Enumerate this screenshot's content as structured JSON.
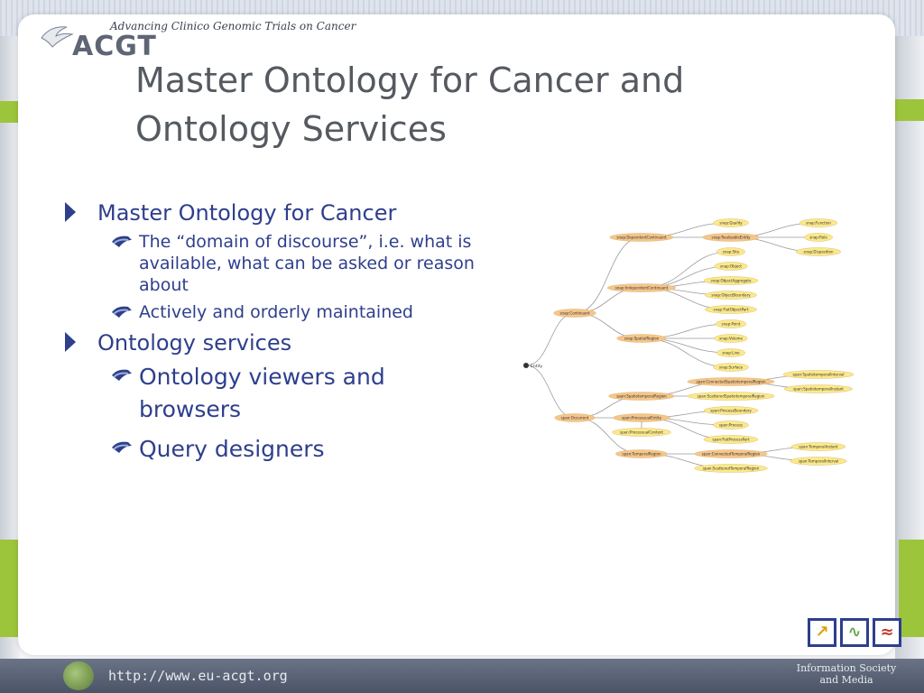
{
  "header": {
    "tagline": "Advancing Clinico Genomic Trials on Cancer",
    "logo_text": "ACGT"
  },
  "title": "Master Ontology for Cancer and Ontology Services",
  "bullets": [
    {
      "text": "Master Ontology for Cancer",
      "sub": [
        {
          "text": "The “domain of discourse”, i.e. what is available, what can be asked or reason about"
        },
        {
          "text": "Actively and orderly maintained"
        }
      ]
    },
    {
      "text": "Ontology services",
      "sub": [
        {
          "text": "Ontology viewers and browsers"
        },
        {
          "text": "Query designers"
        }
      ]
    }
  ],
  "graph": {
    "root": "Entity",
    "nodes": [
      "snap:Continuant",
      "span:Occurrent",
      "snap:DependentContinuant",
      "snap:IndependentContinuant",
      "snap:SpatialRegion",
      "snap:Quality",
      "snap:RealizableEntity",
      "snap:Function",
      "snap:Role",
      "snap:Disposition",
      "snap:Site",
      "snap:Object",
      "snap:ObjectAggregate",
      "snap:ObjectBoundary",
      "snap:FiatObjectPart",
      "snap:Point",
      "snap:Volume",
      "snap:Line",
      "snap:Surface",
      "span:SpatiotemporalRegion",
      "span:ConnectedSpatiotemporalRegion",
      "span:ScatteredSpatiotemporalRegion",
      "span:SpatiotemporalInterval",
      "span:SpatiotemporalInstant",
      "span:ProcessualEntity",
      "span:ProcessualContext",
      "span:ProcessBoundary",
      "span:Process",
      "span:FiatProcessPart",
      "span:TemporalRegion",
      "span:ConnectedTemporalRegion",
      "span:ScatteredTemporalRegion",
      "span:TemporalInstant",
      "span:TemporalInterval"
    ]
  },
  "footer": {
    "url": "http://www.eu-acgt.org",
    "ism_line1": "Information Society",
    "ism_line2": "and Media"
  },
  "colors": {
    "accent_green": "#9cc53c",
    "text_blue": "#2e3f8c",
    "title_gray": "#555a60",
    "node_orange": "#f5c58a",
    "node_yellow": "#fbe98a"
  }
}
